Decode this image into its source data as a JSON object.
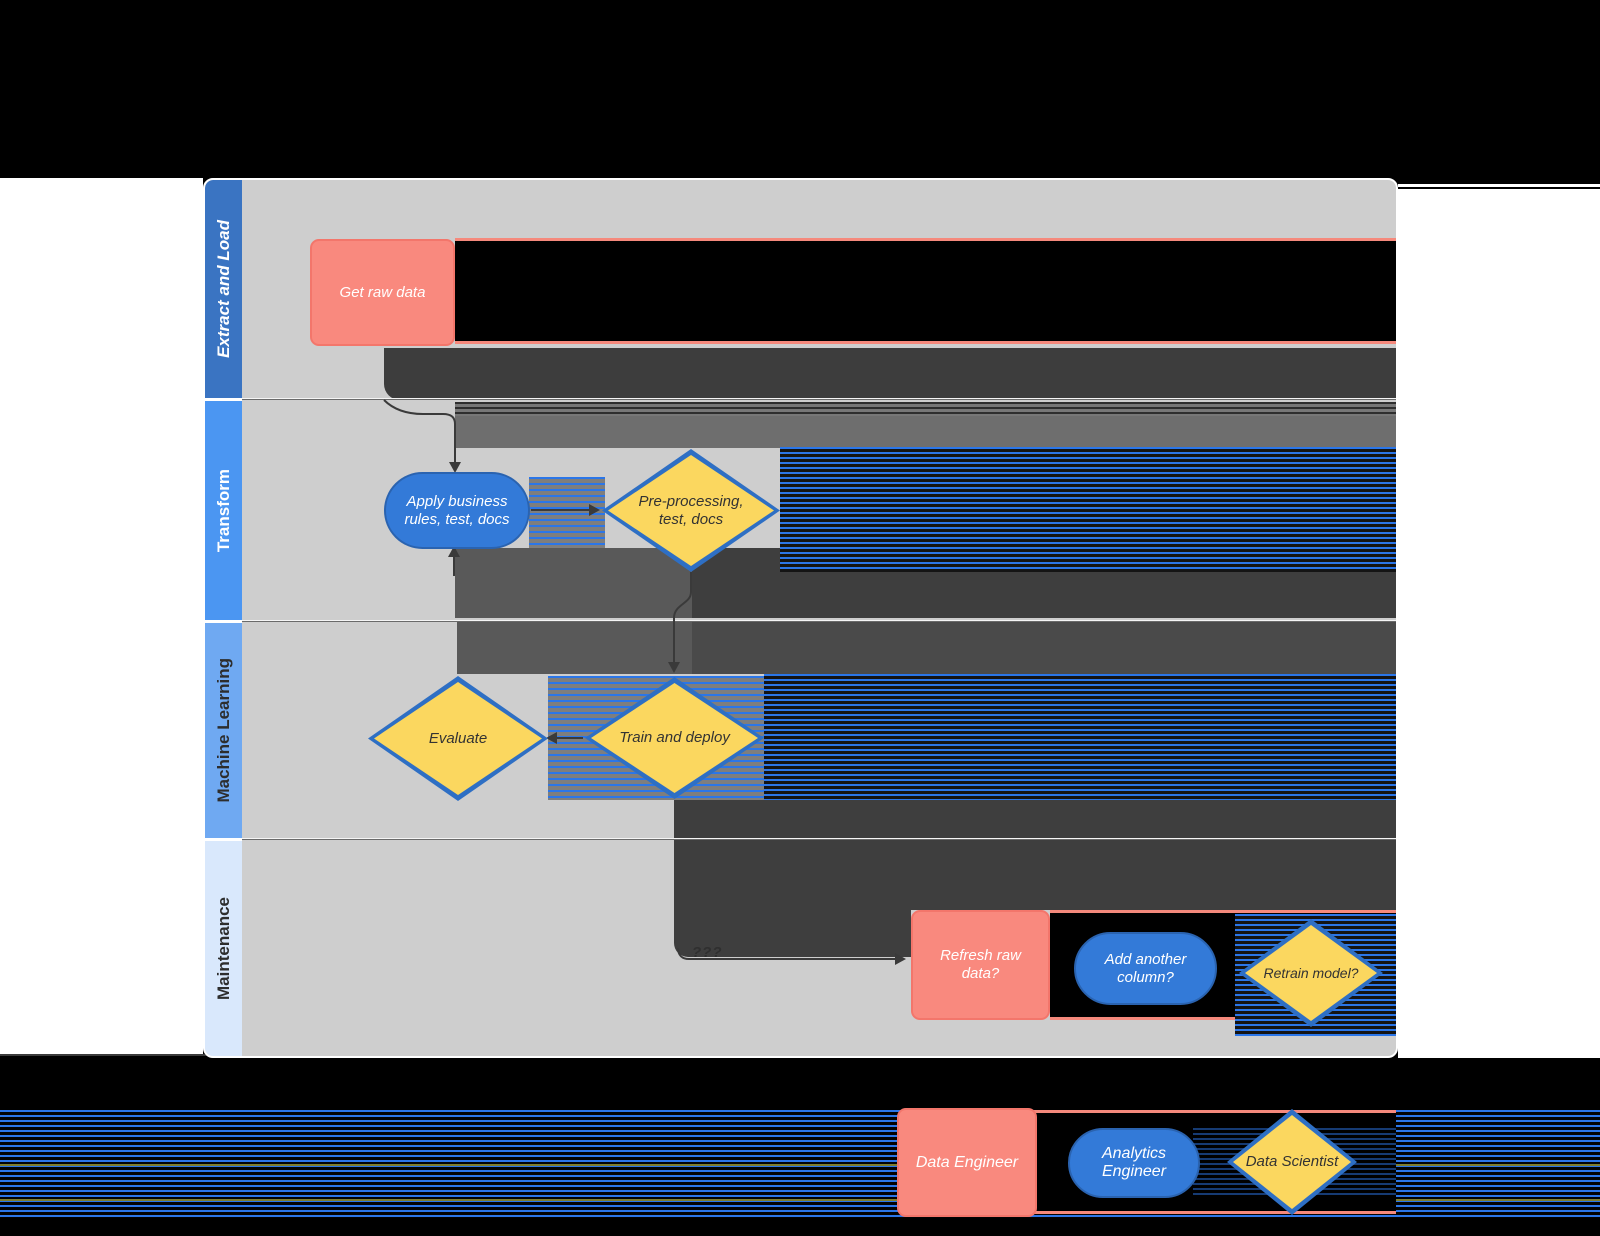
{
  "diagram": {
    "lanes": [
      {
        "label": "Extract and Load",
        "color": "#3a74c2"
      },
      {
        "label": "Transform",
        "color": "#4b96f2"
      },
      {
        "label": "Machine Learning",
        "color": "#6fa9f2"
      },
      {
        "label": "Maintenance",
        "color": "#d9e8fc"
      }
    ],
    "nodes": {
      "get_raw_data": {
        "label": "Get raw data",
        "color": "#f9897e"
      },
      "apply_rules": {
        "label": "Apply business rules, test, docs",
        "color": "#337ad8"
      },
      "preprocessing": {
        "label": "Pre-processing, test, docs",
        "color": "#fbd75f"
      },
      "evaluate": {
        "label": "Evaluate",
        "color": "#fbd75f"
      },
      "train_deploy": {
        "label": "Train and deploy",
        "color": "#fbd75f"
      },
      "refresh_raw_data": {
        "label": "Refresh raw data?",
        "color": "#f9897e"
      },
      "add_another_column": {
        "label": "Add another column?",
        "color": "#337ad8"
      },
      "retrain_model": {
        "label": "Retrain model?",
        "color": "#fbd75f"
      }
    },
    "connector_label": "???"
  },
  "legend": {
    "data_engineer": {
      "label": "Data Engineer",
      "color": "#f9897e"
    },
    "analytics_engineer": {
      "label": "Analytics Engineer",
      "color": "#337ad8"
    },
    "data_scientist": {
      "label": "Data Scientist",
      "color": "#fbd75f"
    }
  },
  "colors": {
    "canvas_gray": "#cecece",
    "band_dark": "#3e3e3e",
    "band_medium": "#595959",
    "stripe_blue": "#2b76e8",
    "diamond_border": "#2e6fc4",
    "pink_border": "#f3766b",
    "background": "#000000"
  }
}
